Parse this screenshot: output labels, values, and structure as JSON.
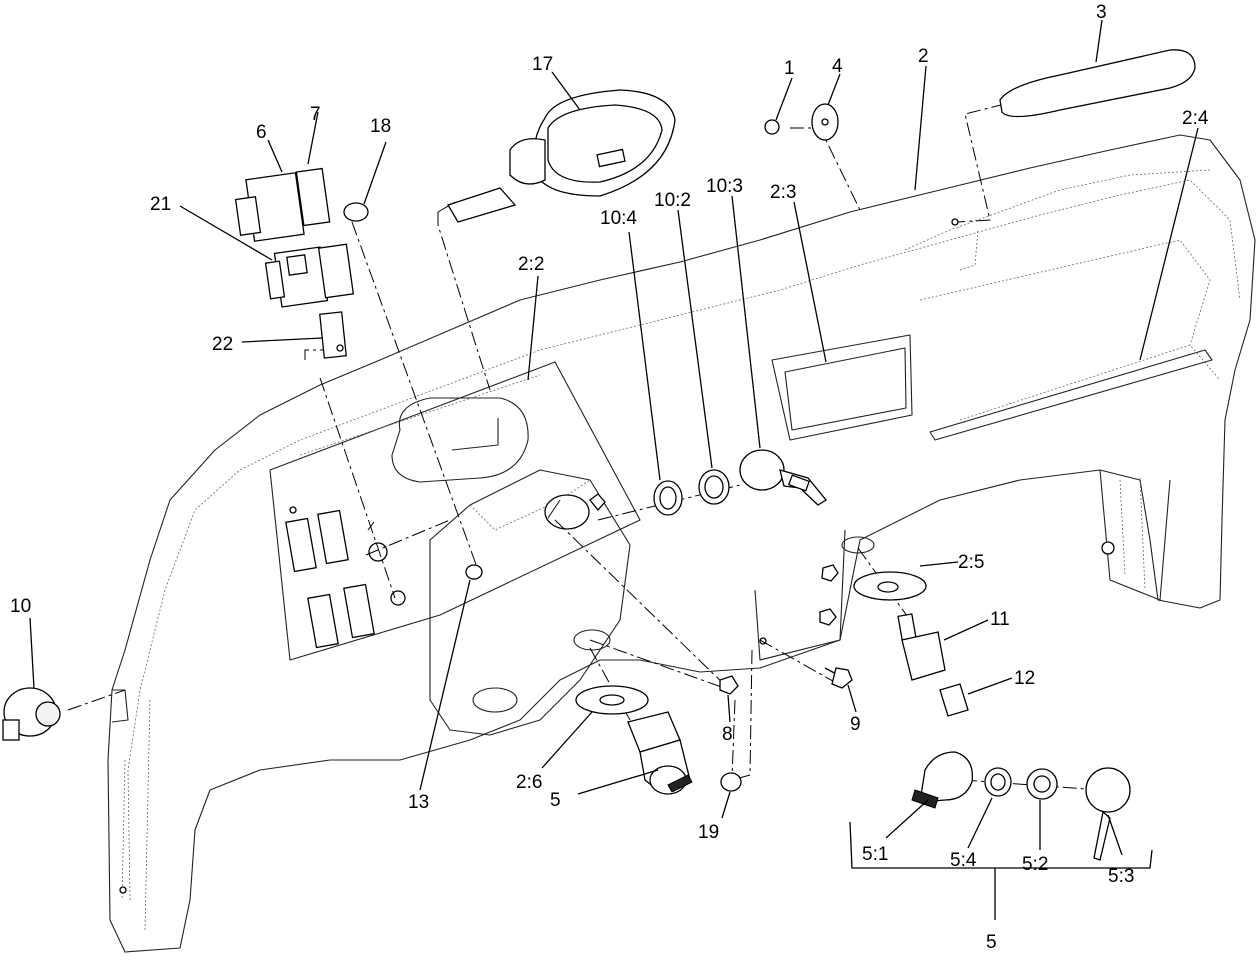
{
  "callouts": [
    {
      "id": "c1",
      "text": "1"
    },
    {
      "id": "c2",
      "text": "2"
    },
    {
      "id": "c3",
      "text": "3"
    },
    {
      "id": "c4",
      "text": "4"
    },
    {
      "id": "c5",
      "text": "5"
    },
    {
      "id": "c5b",
      "text": "5"
    },
    {
      "id": "c6",
      "text": "6"
    },
    {
      "id": "c7",
      "text": "7"
    },
    {
      "id": "c8",
      "text": "8"
    },
    {
      "id": "c9",
      "text": "9"
    },
    {
      "id": "c10",
      "text": "10"
    },
    {
      "id": "c11",
      "text": "11"
    },
    {
      "id": "c12",
      "text": "12"
    },
    {
      "id": "c13",
      "text": "13"
    },
    {
      "id": "c17",
      "text": "17"
    },
    {
      "id": "c18",
      "text": "18"
    },
    {
      "id": "c19",
      "text": "19"
    },
    {
      "id": "c21",
      "text": "21"
    },
    {
      "id": "c22",
      "text": "22"
    },
    {
      "id": "c2_2",
      "text": "2:2"
    },
    {
      "id": "c2_3",
      "text": "2:3"
    },
    {
      "id": "c2_4",
      "text": "2:4"
    },
    {
      "id": "c2_5",
      "text": "2:5"
    },
    {
      "id": "c2_6",
      "text": "2:6"
    },
    {
      "id": "c10_2",
      "text": "10:2"
    },
    {
      "id": "c10_3",
      "text": "10:3"
    },
    {
      "id": "c10_4",
      "text": "10:4"
    },
    {
      "id": "c5_1",
      "text": "5:1"
    },
    {
      "id": "c5_2",
      "text": "5:2"
    },
    {
      "id": "c5_3",
      "text": "5:3"
    },
    {
      "id": "c5_4",
      "text": "5:4"
    }
  ]
}
